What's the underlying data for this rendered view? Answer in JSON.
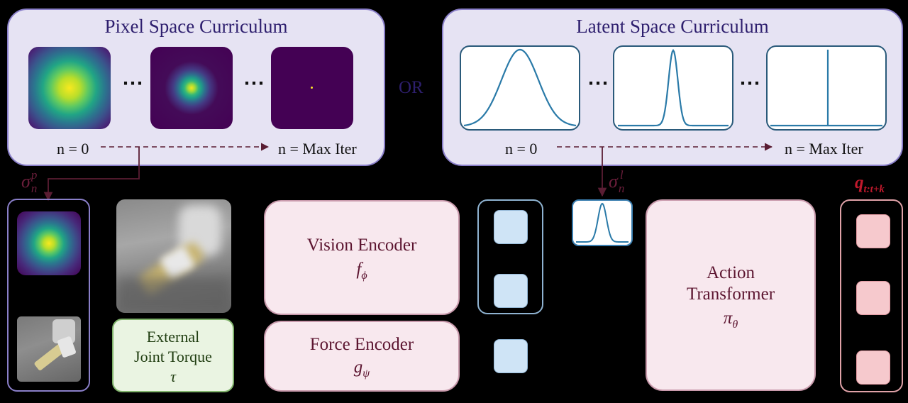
{
  "pixel_panel": {
    "title": "Pixel Space Curriculum",
    "ellipsis_1": "⋯",
    "ellipsis_2": "⋯",
    "start_label": "n = 0",
    "end_label": "n = Max Iter"
  },
  "or_label": "OR",
  "latent_panel": {
    "title": "Latent Space Curriculum",
    "ellipsis_1": "⋯",
    "ellipsis_2": "⋯",
    "start_label": "n = 0",
    "end_label": "n = Max Iter"
  },
  "sigma_pixel": {
    "base": "σ",
    "sub": "n",
    "sup": "p"
  },
  "sigma_latent": {
    "base": "σ",
    "sub": "n",
    "sup": "l"
  },
  "torque_box": {
    "line1": "External",
    "line2": "Joint Torque",
    "symbol": "τ"
  },
  "vision_encoder": {
    "title": "Vision Encoder",
    "symbol_base": "f",
    "symbol_sub": "ϕ"
  },
  "force_encoder": {
    "title": "Force Encoder",
    "symbol_base": "g",
    "symbol_sub": "ψ"
  },
  "action_transformer": {
    "line1": "Action",
    "line2": "Transformer",
    "symbol_base": "π",
    "symbol_sub": "θ"
  },
  "output_label": {
    "base": "q",
    "sub": "t:t+k"
  },
  "colors": {
    "panel_bg": "#e6e3f3",
    "panel_border": "#8a7fc9",
    "title_text": "#2e1f6e",
    "arrow": "#5a1d33",
    "encoder_bg": "#f8e8ee",
    "encoder_border": "#c99aac",
    "torque_bg": "#eaf4e2",
    "torque_border": "#7fb26a",
    "token_blue": "#cfe4f6",
    "token_pink": "#f6c9cd",
    "output_label": "#c0192c"
  }
}
